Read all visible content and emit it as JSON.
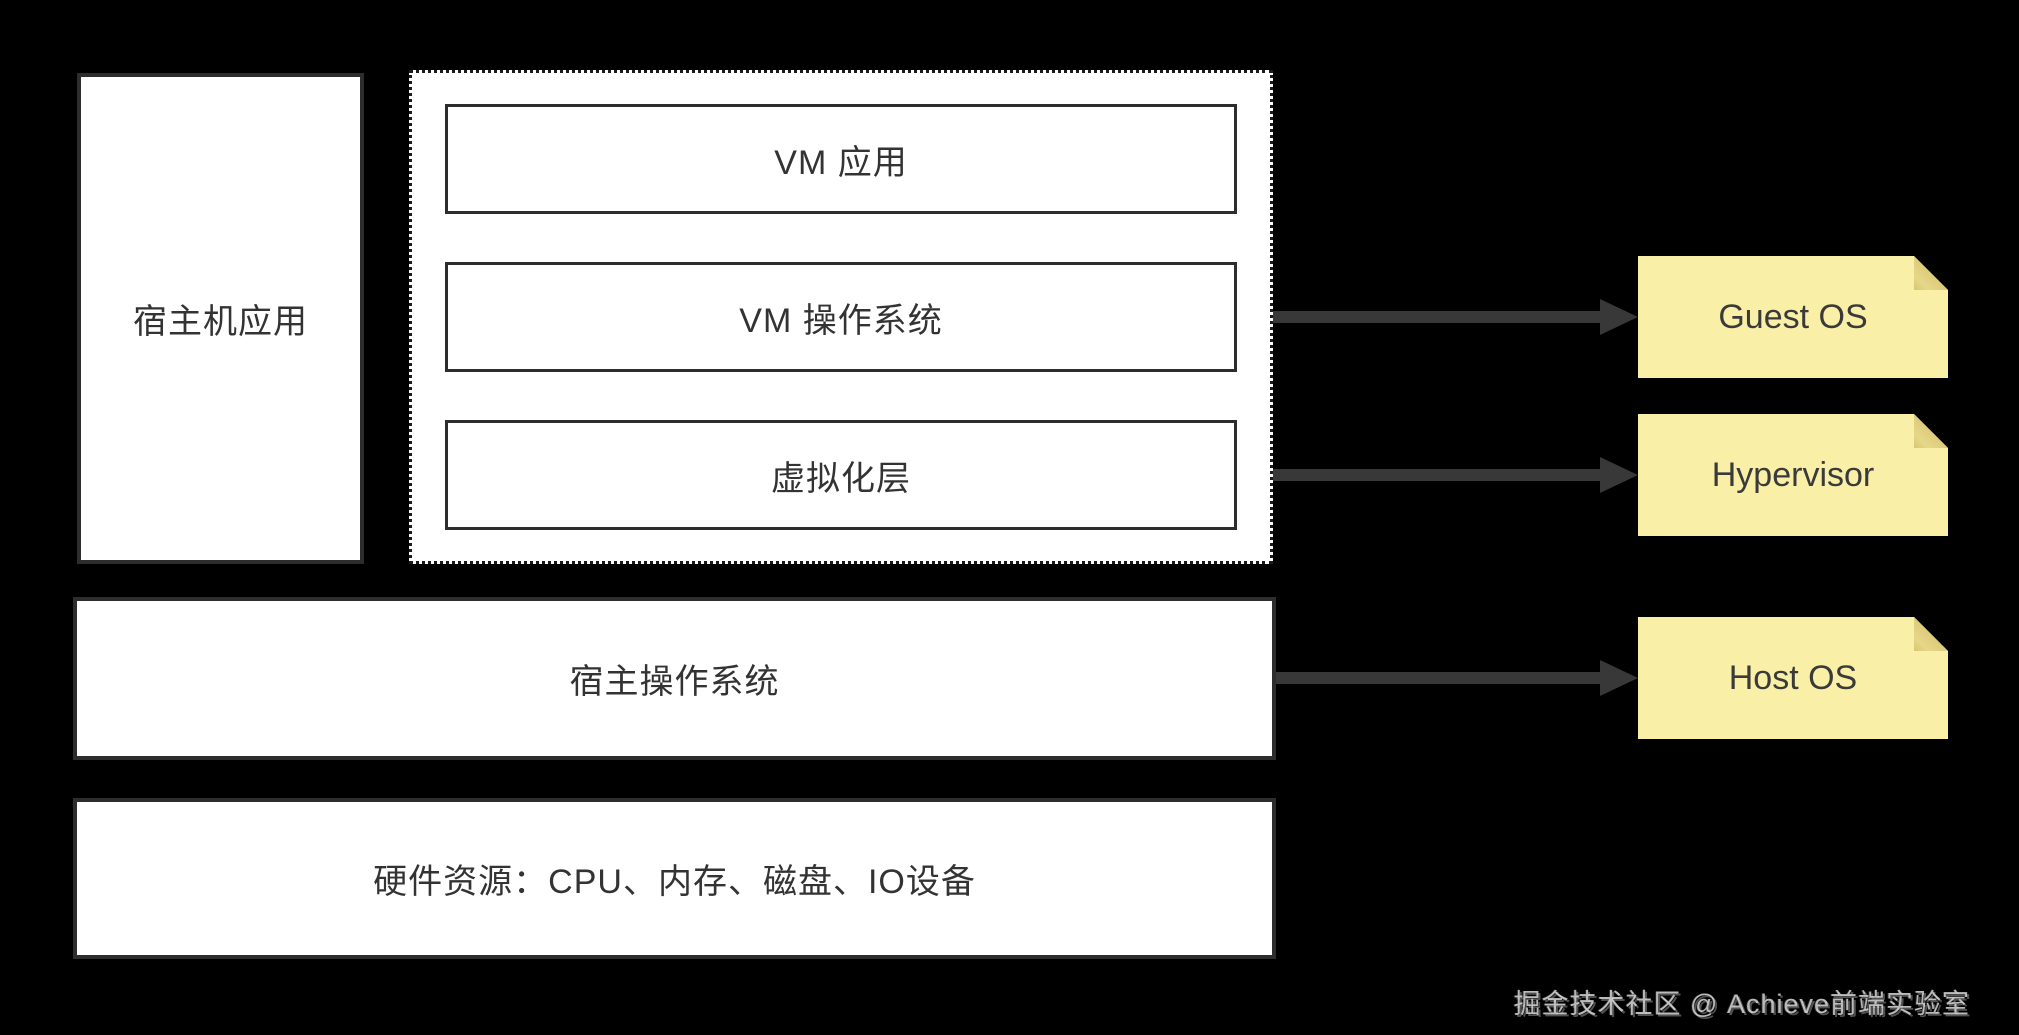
{
  "diagram": {
    "host_app_label": "宿主机应用",
    "vm_stack": {
      "layers": [
        {
          "label": "VM 应用"
        },
        {
          "label": "VM 操作系统"
        },
        {
          "label": "虚拟化层"
        }
      ]
    },
    "host_os_label": "宿主操作系统",
    "hardware_label": "硬件资源：CPU、内存、磁盘、IO设备",
    "notes": [
      {
        "label": "Guest OS"
      },
      {
        "label": "Hypervisor"
      },
      {
        "label": "Host OS"
      }
    ],
    "watermark": "掘金技术社区 @ Achieve前端实验室",
    "colors": {
      "background": "#000000",
      "box_fill": "#ffffff",
      "box_border": "#2d2d2d",
      "note_fill": "#f9efa6",
      "note_fold": "#ddcb7a",
      "arrow": "#383838",
      "text": "#333333"
    }
  }
}
